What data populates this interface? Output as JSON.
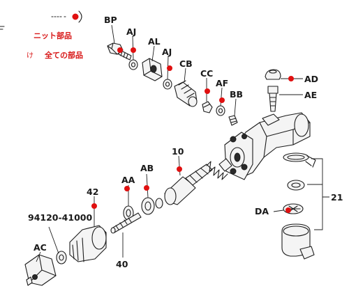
{
  "legend": {
    "kit_parts": "ニット部品",
    "all_parts_prefix": "け",
    "all_parts": "全ての部品"
  },
  "part_labels": {
    "BP": "BP",
    "AJ_top": "AJ",
    "AL": "AL",
    "AJ_right": "AJ",
    "CB": "CB",
    "CC": "CC",
    "AF": "AF",
    "BB": "BB",
    "AD": "AD",
    "AE": "AE",
    "n10": "10",
    "AA": "AA",
    "AB": "AB",
    "n42": "42",
    "part_no": "94120-41000",
    "AC": "AC",
    "n40": "40",
    "n21": "21",
    "DA": "DA"
  },
  "colors": {
    "marker": "#e01010",
    "ink": "#1c1c1c",
    "legend_text": "#d81818"
  }
}
